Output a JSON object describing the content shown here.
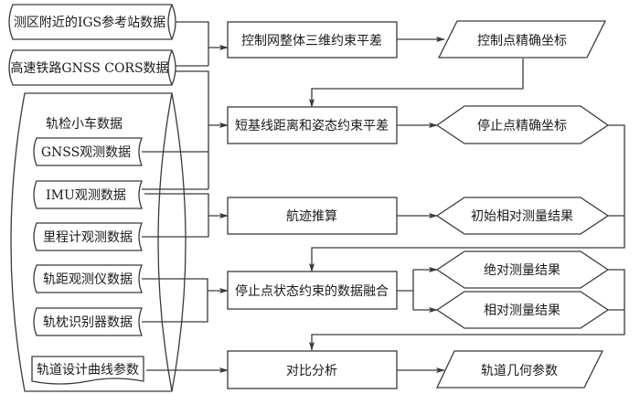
{
  "diagram": {
    "type": "flowchart",
    "inputs": {
      "igs_data": "测区附近的IGS参考站数据",
      "cors_data": "高速铁路GNSS CORS数据",
      "trolley_group_title": "轨检小车数据",
      "gnss_obs": "GNSS观测数据",
      "imu_obs": "IMU观测数据",
      "odometer_obs": "里程计观测数据",
      "gauge_obs": "轨距观测仪数据",
      "sleeper_obs": "轨枕识别器数据",
      "design_params": "轨道设计曲线参数"
    },
    "processes": {
      "network_adjustment": "控制网整体三维约束平差",
      "baseline_adjustment": "短基线距离和姿态约束平差",
      "dead_reckoning": "航迹推算",
      "data_fusion": "停止点状态约束的数据融合",
      "comparison": "对比分析"
    },
    "outputs": {
      "control_coords": "控制点精确坐标",
      "stop_coords": "停止点精确坐标",
      "initial_relative": "初始相对测量结果",
      "absolute_result": "绝对测量结果",
      "relative_result": "相对测量结果",
      "track_geometry": "轨道几何参数"
    },
    "edges": [
      [
        "测区附近的IGS参考站数据",
        "控制网整体三维约束平差"
      ],
      [
        "高速铁路GNSS CORS数据",
        "控制网整体三维约束平差"
      ],
      [
        "控制网整体三维约束平差",
        "控制点精确坐标"
      ],
      [
        "控制点精确坐标",
        "短基线距离和姿态约束平差"
      ],
      [
        "高速铁路GNSS CORS数据",
        "短基线距离和姿态约束平差"
      ],
      [
        "GNSS观测数据",
        "短基线距离和姿态约束平差"
      ],
      [
        "短基线距离和姿态约束平差",
        "停止点精确坐标"
      ],
      [
        "IMU观测数据",
        "航迹推算"
      ],
      [
        "里程计观测数据",
        "航迹推算"
      ],
      [
        "航迹推算",
        "初始相对测量结果"
      ],
      [
        "停止点精确坐标",
        "停止点状态约束的数据融合"
      ],
      [
        "初始相对测量结果",
        "停止点状态约束的数据融合"
      ],
      [
        "轨距观测仪数据",
        "停止点状态约束的数据融合"
      ],
      [
        "轨枕识别器数据",
        "停止点状态约束的数据融合"
      ],
      [
        "停止点状态约束的数据融合",
        "绝对测量结果"
      ],
      [
        "停止点状态约束的数据融合",
        "相对测量结果"
      ],
      [
        "绝对测量结果",
        "对比分析"
      ],
      [
        "相对测量结果",
        "对比分析"
      ],
      [
        "轨道设计曲线参数",
        "对比分析"
      ],
      [
        "对比分析",
        "轨道几何参数"
      ]
    ]
  }
}
